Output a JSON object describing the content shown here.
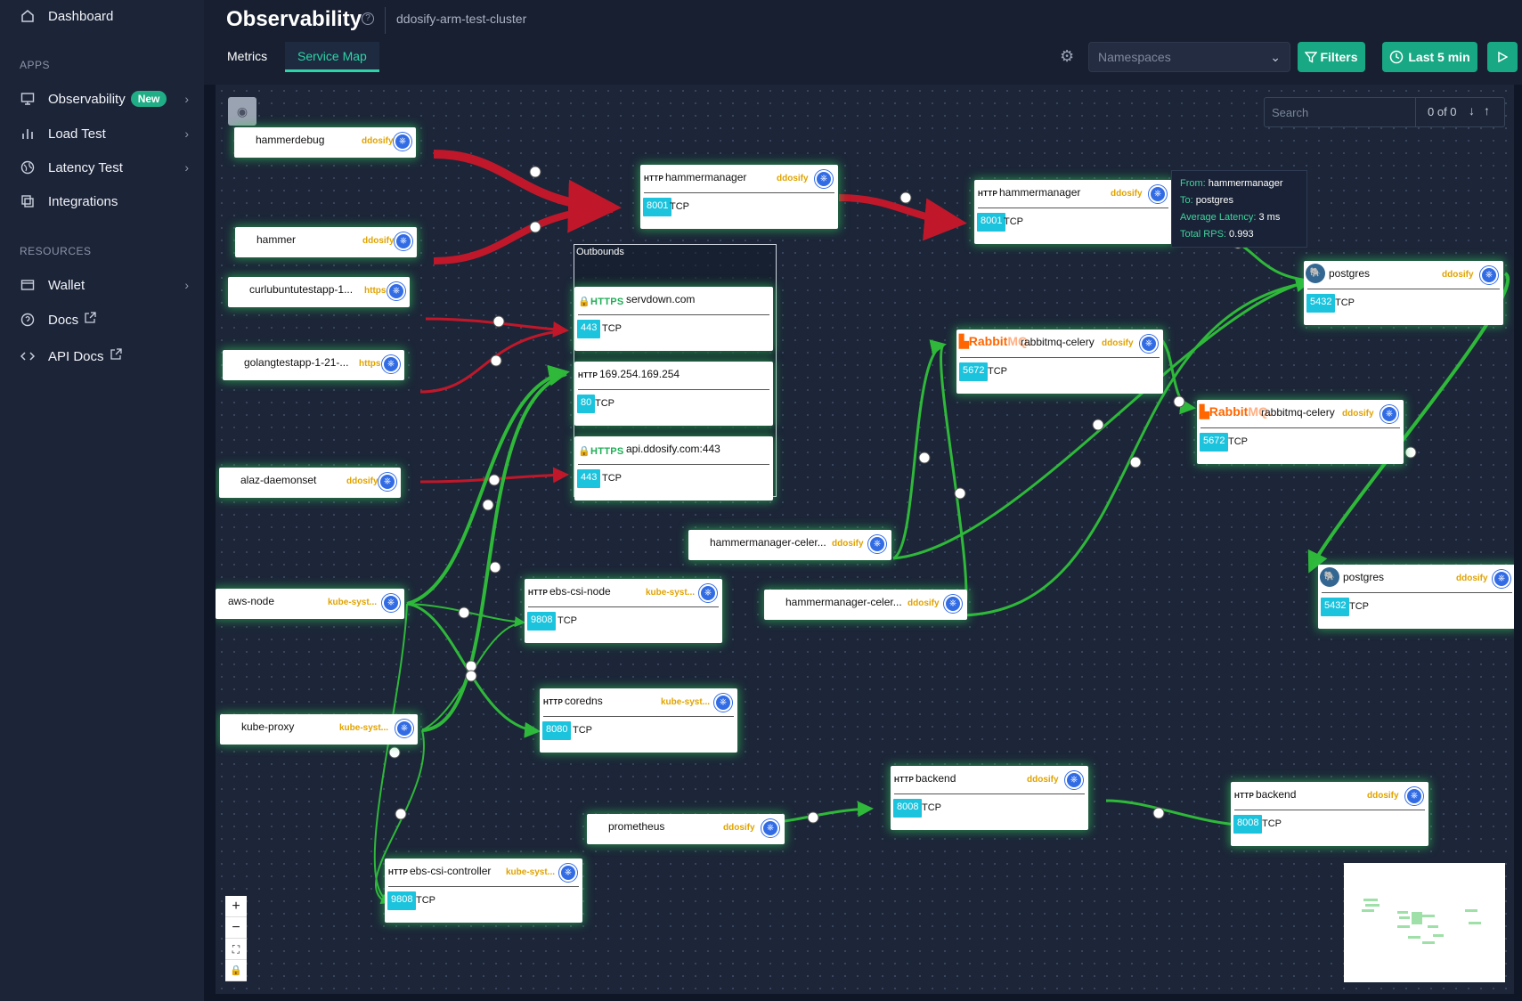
{
  "sidebar": {
    "dashboard": "Dashboard",
    "apps_label": "APPS",
    "observability": "Observability",
    "new_badge": "New",
    "load_test": "Load Test",
    "latency_test": "Latency Test",
    "integrations": "Integrations",
    "resources_label": "RESOURCES",
    "wallet": "Wallet",
    "docs": "Docs",
    "api_docs": "API Docs"
  },
  "header": {
    "title": "Observability",
    "cluster": "ddosify-arm-test-cluster",
    "tabs": [
      "Metrics",
      "Service Map"
    ],
    "namespaces_placeholder": "Namespaces",
    "filters": "Filters",
    "time_range": "Last 5 min"
  },
  "search": {
    "placeholder": "Search",
    "count": "0 of 0"
  },
  "outbounds_title": "Outbounds",
  "nodes": {
    "hammerdebug": {
      "name": "hammerdebug",
      "ns": "ddosify"
    },
    "hammer": {
      "name": "hammer",
      "ns": "ddosify"
    },
    "curl": {
      "name": "curlubuntutestapp-1...",
      "ns": "https"
    },
    "golang": {
      "name": "golangtestapp-1-21-...",
      "ns": "https"
    },
    "alaz": {
      "name": "alaz-daemonset",
      "ns": "ddosify"
    },
    "awsnode": {
      "name": "aws-node",
      "ns": "kube-syst..."
    },
    "kubeproxy": {
      "name": "kube-proxy",
      "ns": "kube-syst..."
    },
    "ebscsictl": {
      "proto_label": "HTTP",
      "name": "ebs-csi-controller",
      "ns": "kube-syst...",
      "port": "9808",
      "proto": "TCP"
    },
    "hm1": {
      "proto_label": "HTTP",
      "name": "hammermanager",
      "ns": "ddosify",
      "port": "8001",
      "proto": "TCP"
    },
    "hm2": {
      "proto_label": "HTTP",
      "name": "hammermanager",
      "ns": "ddosify",
      "port": "8001",
      "proto": "TCP"
    },
    "servdown": {
      "proto_label": "HTTPS",
      "name": "servdown.com",
      "port": "443",
      "proto": "TCP"
    },
    "ip": {
      "proto_label": "HTTP",
      "name": "169.254.169.254",
      "port": "80",
      "proto": "TCP"
    },
    "apiddosify": {
      "proto_label": "HTTPS",
      "name": "api.ddosify.com:443",
      "port": "443",
      "proto": "TCP"
    },
    "ebscsinode": {
      "proto_label": "HTTP",
      "name": "ebs-csi-node",
      "ns": "kube-syst...",
      "port": "9808",
      "proto": "TCP"
    },
    "coredns": {
      "proto_label": "HTTP",
      "name": "coredns",
      "ns": "kube-syst...",
      "port": "8080",
      "proto": "TCP"
    },
    "prometheus": {
      "name": "prometheus",
      "ns": "ddosify"
    },
    "backend1": {
      "proto_label": "HTTP",
      "name": "backend",
      "ns": "ddosify",
      "port": "8008",
      "proto": "TCP"
    },
    "backend2": {
      "proto_label": "HTTP",
      "name": "backend",
      "ns": "ddosify",
      "port": "8008",
      "proto": "TCP"
    },
    "rmq1": {
      "name": "rabbitmq-celery",
      "ns": "ddosify",
      "port": "5672",
      "proto": "TCP"
    },
    "rmq2": {
      "name": "rabbitmq-celery",
      "ns": "ddosify",
      "port": "5672",
      "proto": "TCP"
    },
    "hmceler1": {
      "name": "hammermanager-celer...",
      "ns": "ddosify"
    },
    "hmceler2": {
      "name": "hammermanager-celer...",
      "ns": "ddosify"
    },
    "pg1": {
      "name": "postgres",
      "ns": "ddosify",
      "port": "5432",
      "proto": "TCP"
    },
    "pg2": {
      "name": "postgres",
      "ns": "ddosify",
      "port": "5432",
      "proto": "TCP"
    }
  },
  "tooltip": {
    "from_label": "From:",
    "from": "hammermanager",
    "to_label": "To:",
    "to": "postgres",
    "latency_label": "Average Latency:",
    "latency": "3 ms",
    "rps_label": "Total RPS:",
    "rps": "0.993"
  },
  "colors": {
    "accent": "#18a883",
    "edge_healthy": "#2fb83a",
    "edge_error": "#c0182a",
    "port_badge": "#1cc3dd",
    "namespace_text": "#e0a300"
  }
}
